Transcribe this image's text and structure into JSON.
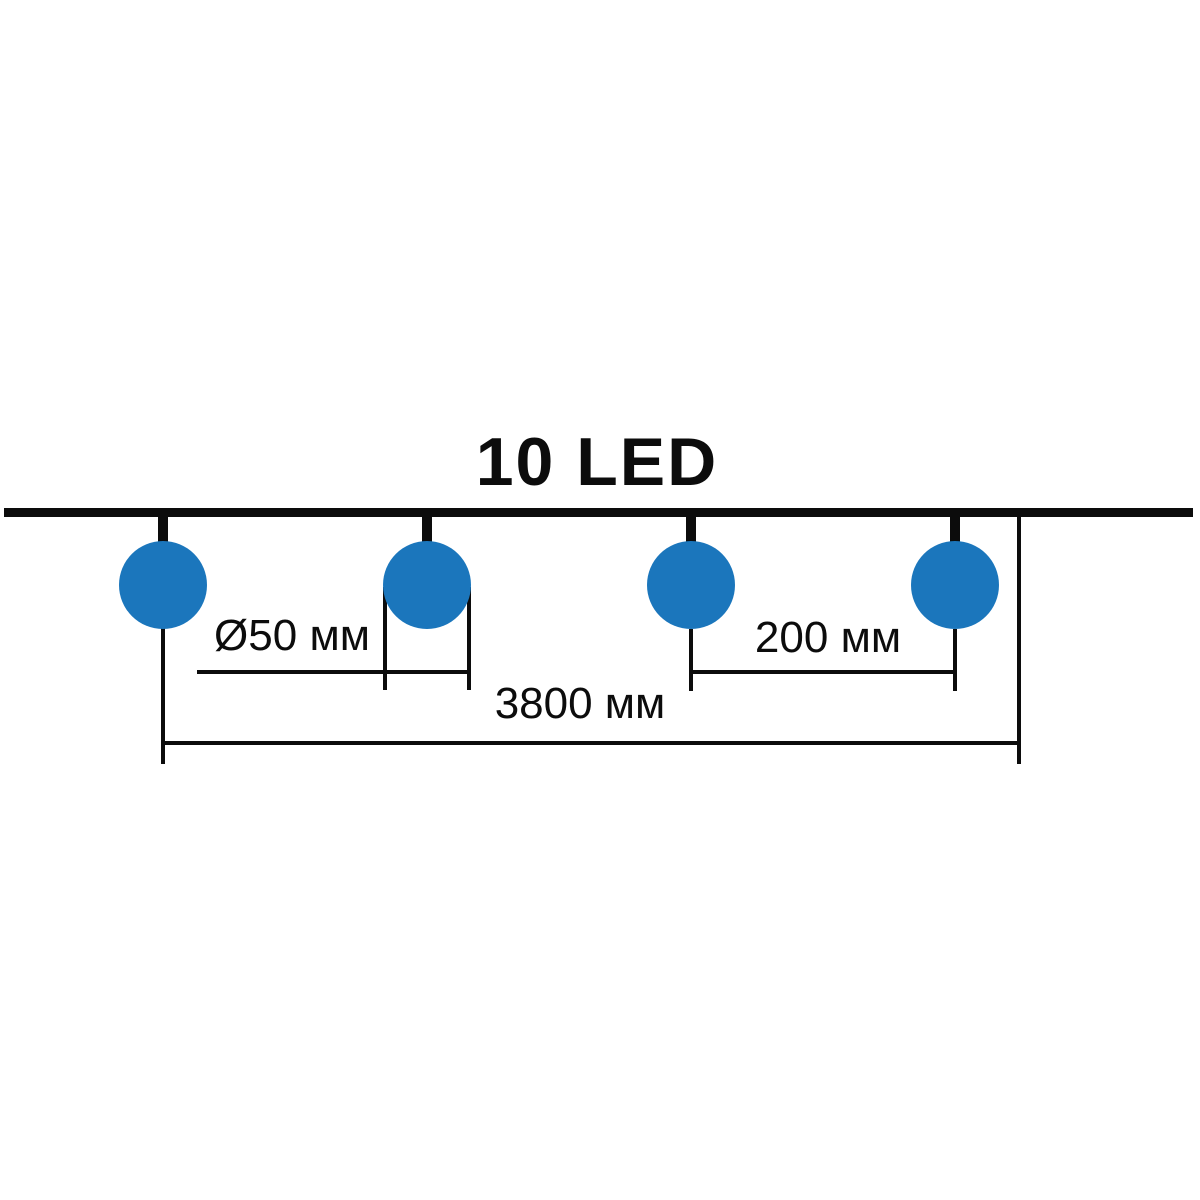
{
  "diagram": {
    "title": "10 LED",
    "labels": {
      "diameter": "Ø50 мм",
      "spacing": "200 мм",
      "total_length": "3800 мм"
    },
    "bulbs_shown": 4,
    "colors": {
      "bulb": "#1b76bc",
      "line": "#0c0c0c",
      "background": "#ffffff"
    }
  }
}
